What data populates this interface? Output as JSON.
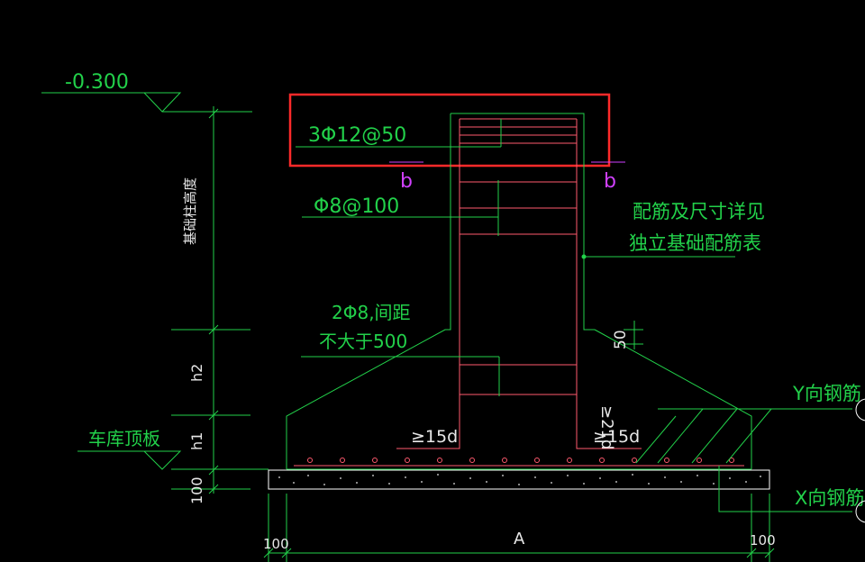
{
  "labels": {
    "elev_top": "-0.300",
    "rebar_top": "3Φ12@50",
    "rebar_mid": "Φ8@100",
    "tie_line1": "2Φ8,间距",
    "tie_line2": "不大于500",
    "note_line1": "配筋及尺寸详见",
    "note_line2": "独立基础配筋表",
    "section_b": "b",
    "dim_vertical": "基础柱高度",
    "h2": "h2",
    "h1": "h1",
    "dim_100_left": "100",
    "dim_50": "50",
    "anchor_21d": "≥21d",
    "anchor_15d": "≥15d",
    "y_rebar": "Y向钢筋",
    "x_rebar": "X向钢筋",
    "garage_roof": "车库顶板",
    "dim_A": "A",
    "dim_100_bottom": "100"
  },
  "colors": {
    "background": "#000000",
    "line": "#22d14a",
    "rebar": "#ff5a6e",
    "text": "#e8e8e8",
    "section": "#d040ff",
    "highlight": "#ff2a2a"
  }
}
